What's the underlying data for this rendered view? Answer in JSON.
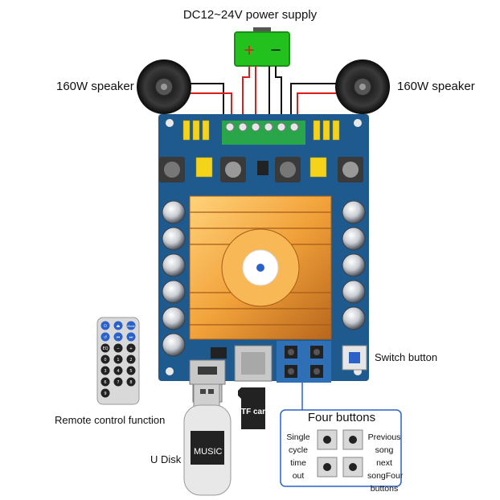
{
  "labels": {
    "power_supply": "DC12~24V power supply",
    "speaker_left": "160W speaker",
    "speaker_right": "160W speaker",
    "switch_button": "Switch button",
    "remote_control": "Remote control function",
    "u_disk": "U Disk",
    "tf_card": "TF card",
    "music": "MUSIC",
    "four_buttons": "Four buttons",
    "single_cycle_1": "Single",
    "single_cycle_2": "cycle",
    "single_cycle_3": "time",
    "single_cycle_4": "out",
    "previous_1": "Previous",
    "previous_2": "song",
    "previous_3": "next",
    "previous_4": "songFour",
    "previous_5": "buttons"
  },
  "battery": {
    "plus": "+",
    "minus": "−"
  },
  "remote_keys": [
    "⏻",
    "⏏",
    "Mode",
    "↺",
    "⏮",
    "⏭",
    "EQ",
    "−",
    "+",
    "0",
    "1",
    "2",
    "3",
    "4",
    "5",
    "6",
    "7",
    "8",
    "9"
  ],
  "colors": {
    "pcb": "#1e5a8e",
    "battery": "#22c11e",
    "terminal": "#2aa64a",
    "wire_red": "#e01b1b",
    "wire_black": "#111111",
    "heatsink": "#f2a23a",
    "callout": "#2a62c9"
  }
}
